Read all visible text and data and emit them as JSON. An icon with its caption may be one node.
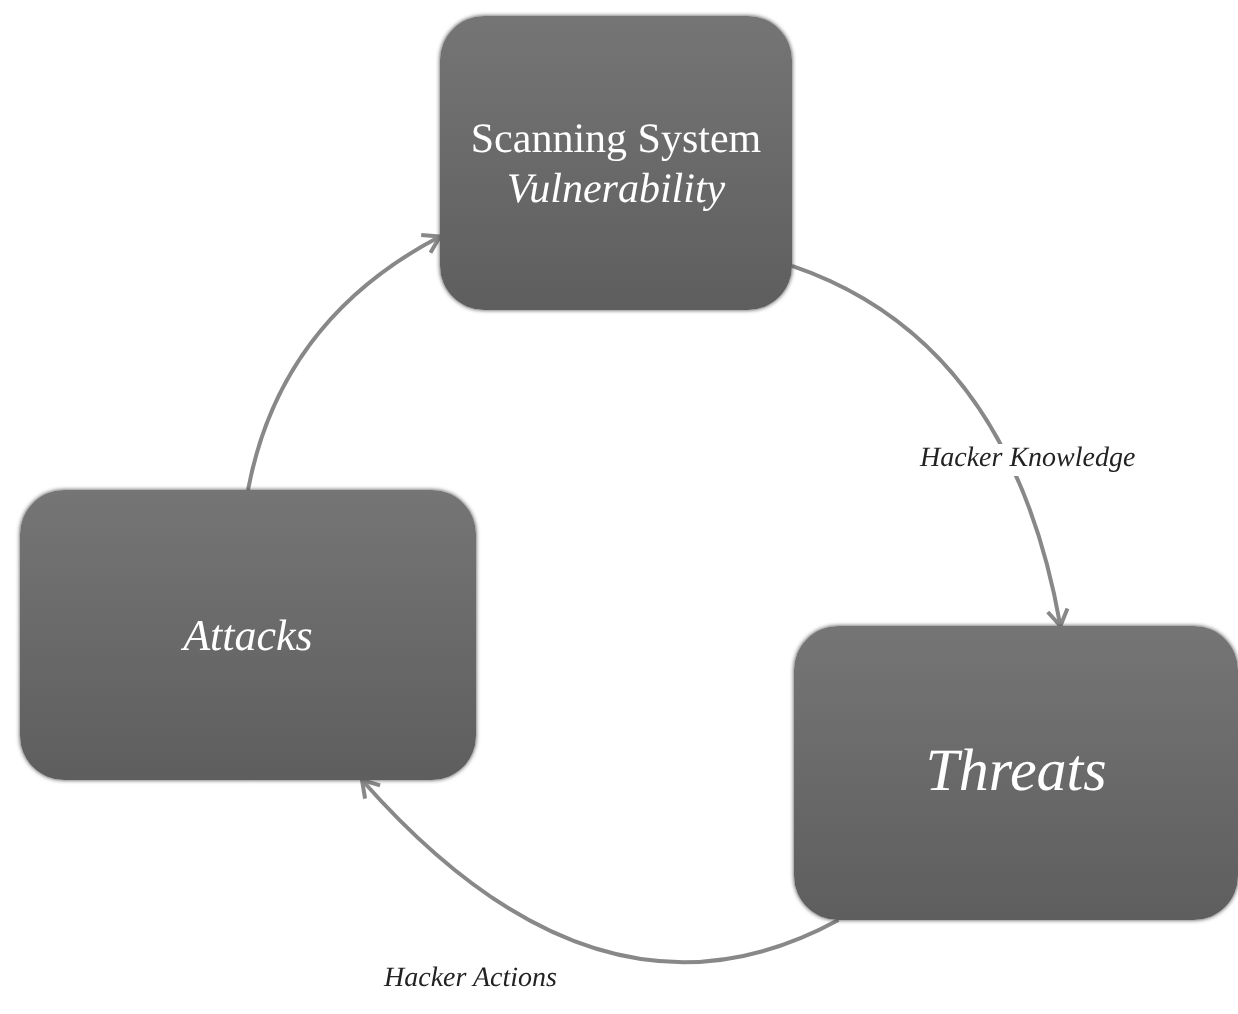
{
  "diagram": {
    "nodes": [
      {
        "text": [
          "Scanning System",
          "Vulnerability"
        ]
      },
      {
        "text": [
          "Threats"
        ]
      },
      {
        "text": [
          "Attacks"
        ]
      }
    ],
    "edges": [
      {
        "from": 0,
        "to": 1,
        "arrow": "to",
        "label": "Hacker Knowledge"
      },
      {
        "from": 1,
        "to": 2,
        "arrow": "to",
        "label": "Hacker Actions"
      },
      {
        "from": 2,
        "to": 0,
        "arrow": "to"
      }
    ]
  }
}
